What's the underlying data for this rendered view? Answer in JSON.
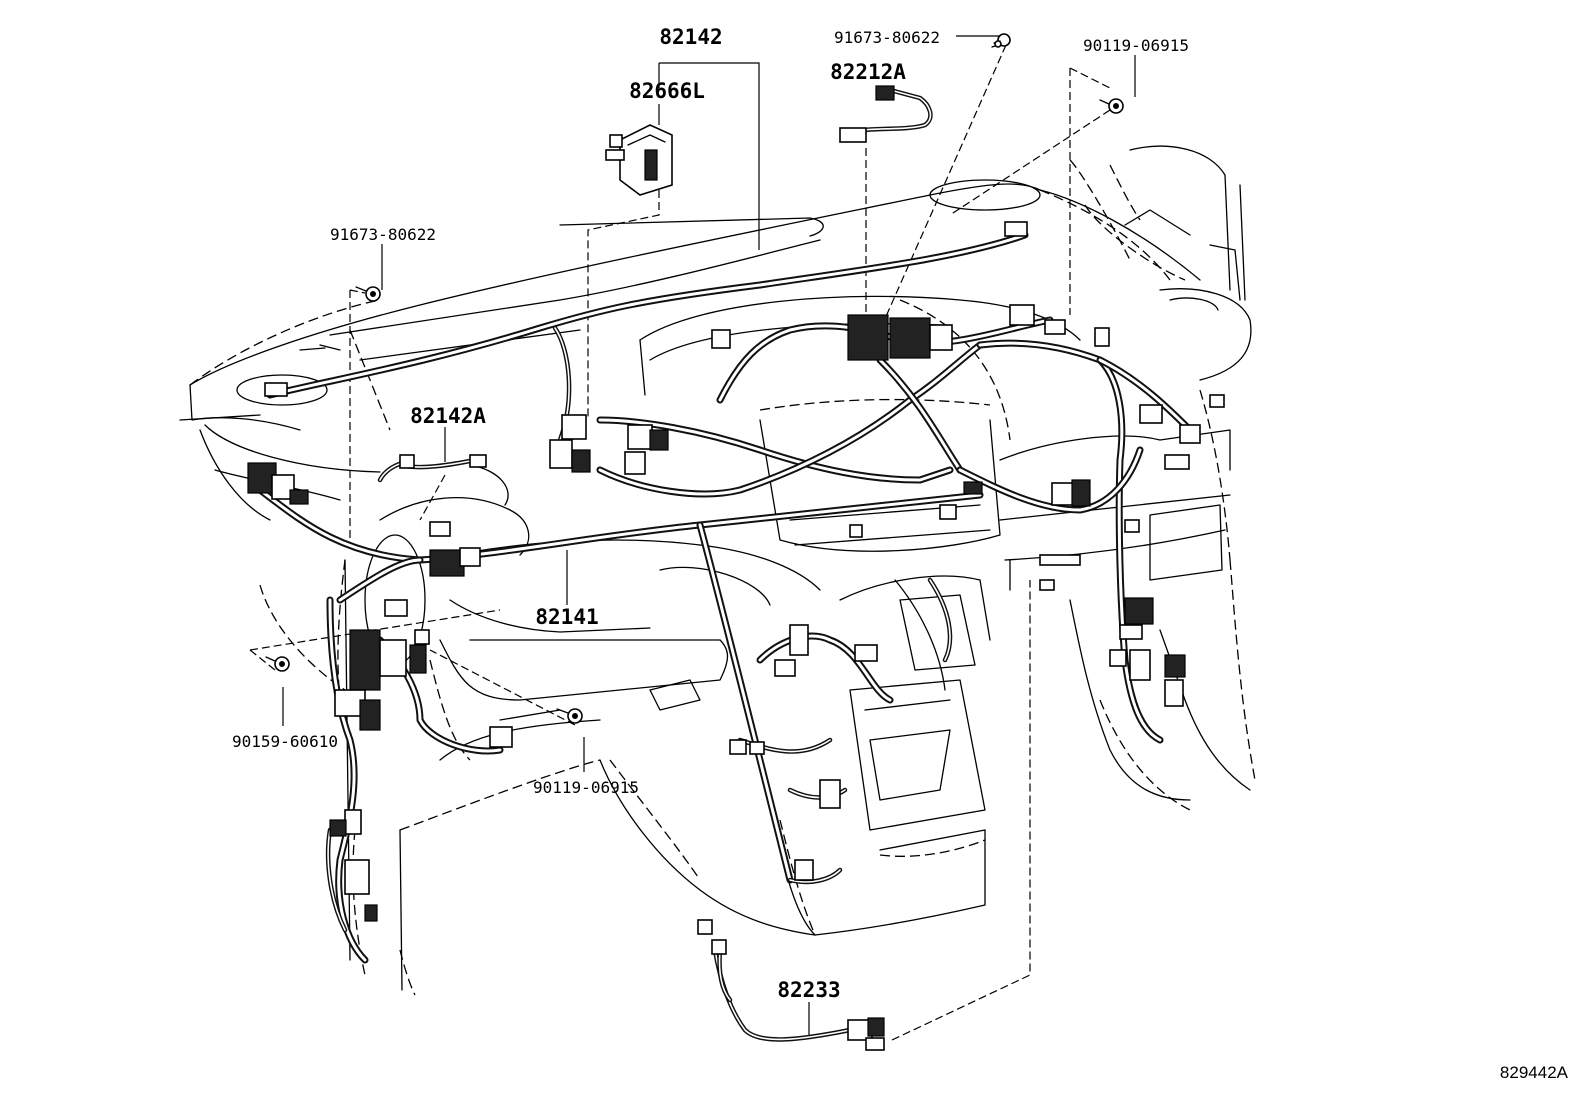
{
  "labels": {
    "part_82142": "82142",
    "part_82666L": "82666L",
    "part_91673_80622_top": "91673-80622",
    "part_82212A": "82212A",
    "part_90119_06915_top": "90119-06915",
    "part_91673_80622_left": "91673-80622",
    "part_82142A": "82142A",
    "part_82141": "82141",
    "part_90159_60610": "90159-60610",
    "part_90119_06915_bottom": "90119-06915",
    "part_82233": "82233"
  },
  "reference_id": "829442A"
}
